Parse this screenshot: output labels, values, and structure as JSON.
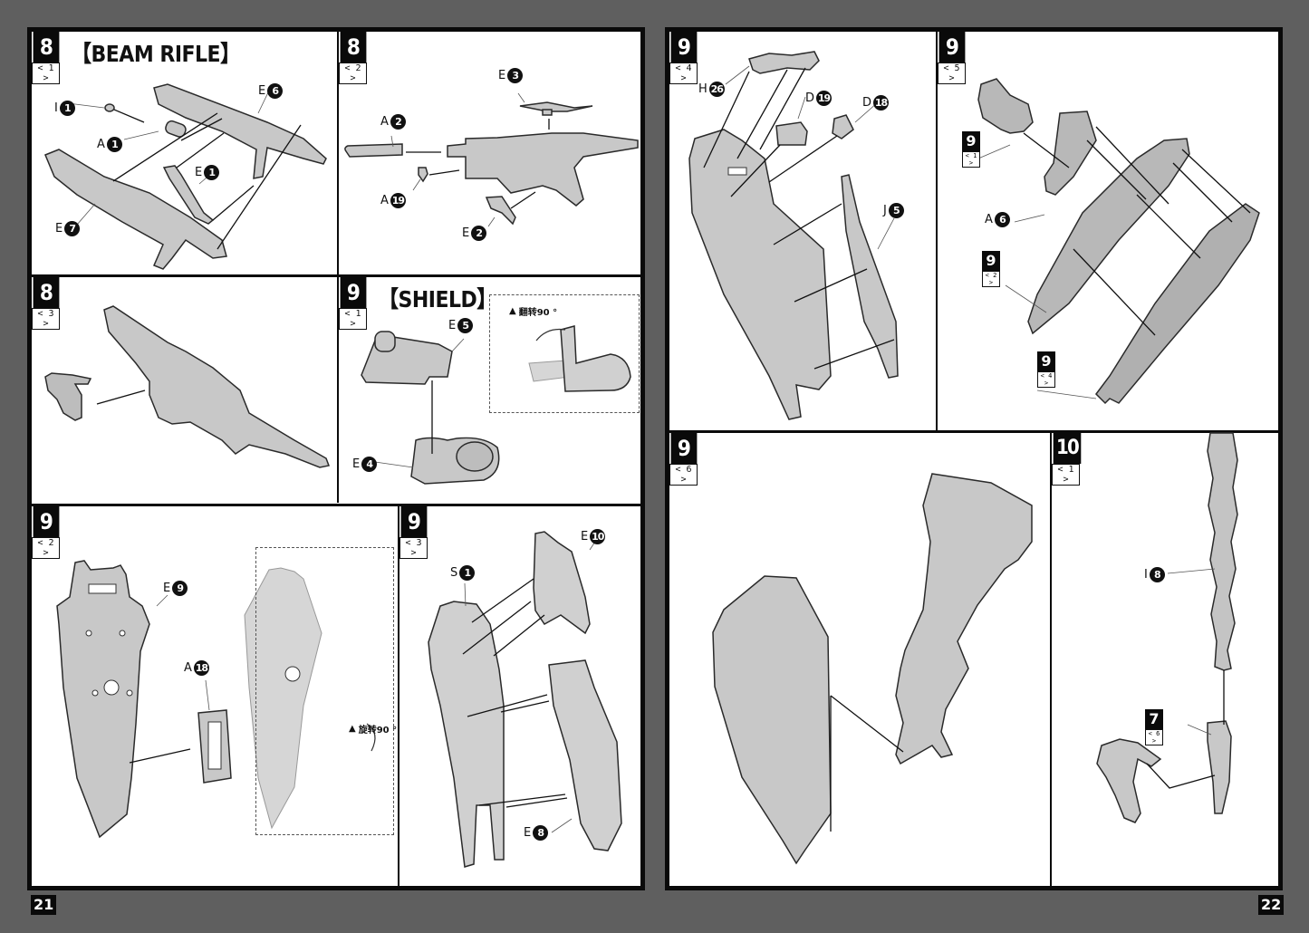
{
  "pages": {
    "left_number": "21",
    "right_number": "22"
  },
  "panels": {
    "p8_1": {
      "step": "8",
      "sub": "< 1 >",
      "title": "【BEAM RIFLE】",
      "labels": [
        {
          "letter": "I",
          "num": "1"
        },
        {
          "letter": "A",
          "num": "1"
        },
        {
          "letter": "E",
          "num": "6"
        },
        {
          "letter": "E",
          "num": "1"
        },
        {
          "letter": "E",
          "num": "7"
        }
      ]
    },
    "p8_2": {
      "step": "8",
      "sub": "< 2 >",
      "labels": [
        {
          "letter": "E",
          "num": "3"
        },
        {
          "letter": "A",
          "num": "2"
        },
        {
          "letter": "A",
          "num": "19"
        },
        {
          "letter": "E",
          "num": "2"
        }
      ]
    },
    "p8_3": {
      "step": "8",
      "sub": "< 3 >"
    },
    "p9_1": {
      "step": "9",
      "sub": "< 1 >",
      "title": "【SHIELD】",
      "labels": [
        {
          "letter": "E",
          "num": "5"
        },
        {
          "letter": "E",
          "num": "4"
        }
      ],
      "note": "翻转90 °"
    },
    "p9_2": {
      "step": "9",
      "sub": "< 2 >",
      "labels": [
        {
          "letter": "E",
          "num": "9"
        },
        {
          "letter": "A",
          "num": "18"
        }
      ],
      "note": "旋转90 °"
    },
    "p9_3": {
      "step": "9",
      "sub": "< 3 >",
      "labels": [
        {
          "letter": "S",
          "num": "1"
        },
        {
          "letter": "E",
          "num": "10"
        },
        {
          "letter": "E",
          "num": "8"
        }
      ]
    },
    "p9_4": {
      "step": "9",
      "sub": "< 4 >",
      "labels": [
        {
          "letter": "H",
          "num": "26"
        },
        {
          "letter": "D",
          "num": "19"
        },
        {
          "letter": "D",
          "num": "18"
        },
        {
          "letter": "J",
          "num": "5"
        }
      ]
    },
    "p9_5": {
      "step": "9",
      "sub": "< 5 >",
      "labels": [
        {
          "letter": "A",
          "num": "6"
        }
      ],
      "refs": [
        {
          "step": "9",
          "sub": "< 1 >"
        },
        {
          "step": "9",
          "sub": "< 2 >"
        },
        {
          "step": "9",
          "sub": "< 4 >"
        }
      ]
    },
    "p9_6": {
      "step": "9",
      "sub": "< 6 >"
    },
    "p10_1": {
      "step": "10",
      "sub": "< 1 >",
      "labels": [
        {
          "letter": "I",
          "num": "8"
        }
      ],
      "refs": [
        {
          "step": "7",
          "sub": "< 6 >"
        }
      ]
    }
  }
}
